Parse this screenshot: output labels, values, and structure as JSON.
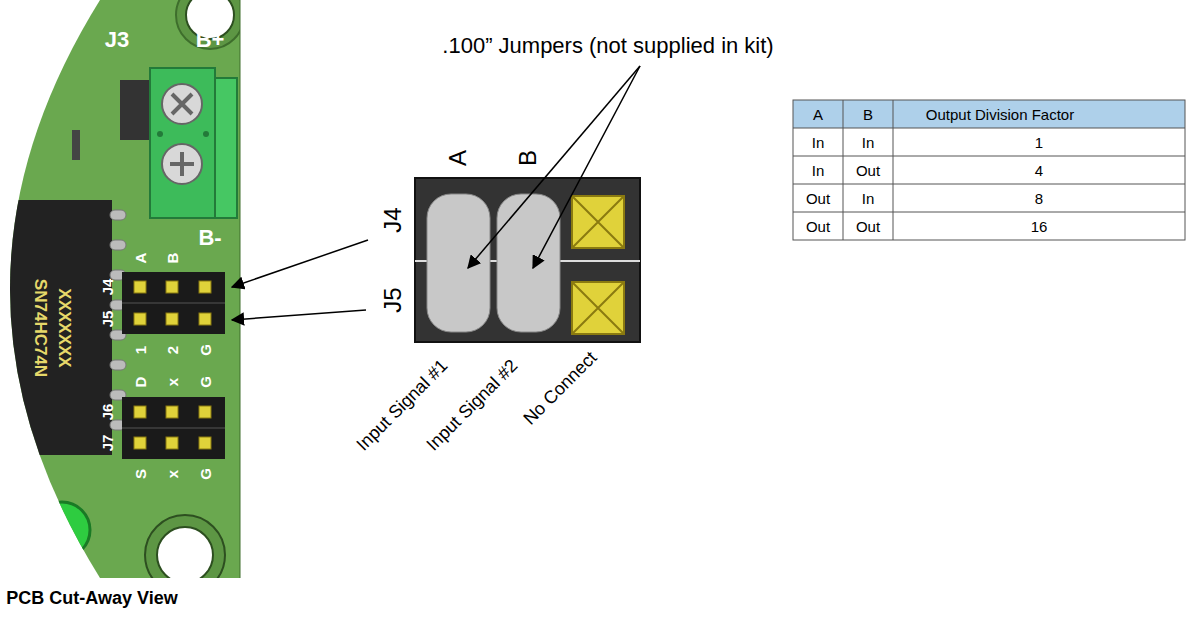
{
  "diagram": {
    "caption": "PCB Cut-Away View",
    "labels": [
      "J3",
      "B+",
      "B-",
      "SN74HC74N",
      "XXXXXXX",
      "A",
      "B",
      "J4",
      "J5",
      "1",
      "2",
      "G",
      "D",
      "x",
      "G",
      "J6",
      "J7",
      "S",
      "x",
      "G",
      ".100” Jumpers (not supplied in kit)",
      "A",
      "B",
      "J4",
      "J5",
      "Input Signal #1",
      "Input Signal #2",
      "No Connect",
      "A",
      "B",
      "Output Division Factor",
      "In",
      "In",
      "1",
      "In",
      "Out",
      "4",
      "Out",
      "In",
      "8",
      "Out",
      "Out",
      "16"
    ]
  }
}
